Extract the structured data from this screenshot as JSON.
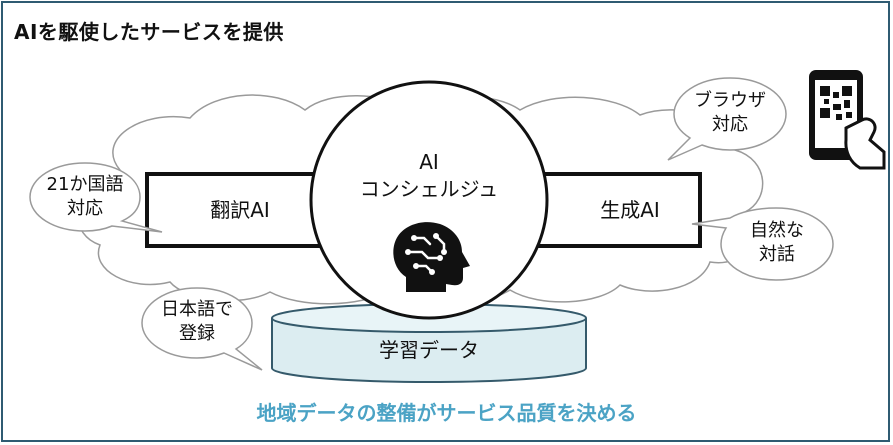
{
  "title": "AIを駆使したサービスを提供",
  "center": {
    "line1": "AI",
    "line2": "コンシェルジュ"
  },
  "left_box": "翻訳AI",
  "right_box": "生成AI",
  "database": "学習データ",
  "bubbles": {
    "languages": [
      "21か国語",
      "対応"
    ],
    "japanese": [
      "日本語で",
      "登録"
    ],
    "browser": [
      "ブラウザ",
      "対応"
    ],
    "dialogue": [
      "自然な",
      "対話"
    ]
  },
  "caption": "地域データの整備がサービス品質を決める",
  "icons": {
    "center": "head-circuit-icon",
    "phone": "phone-qr-hand-icon"
  },
  "colors": {
    "border": "#2f5b72",
    "caption": "#4ba3c5",
    "database_fill": "#dcedf1",
    "database_stroke": "#355a6b"
  }
}
